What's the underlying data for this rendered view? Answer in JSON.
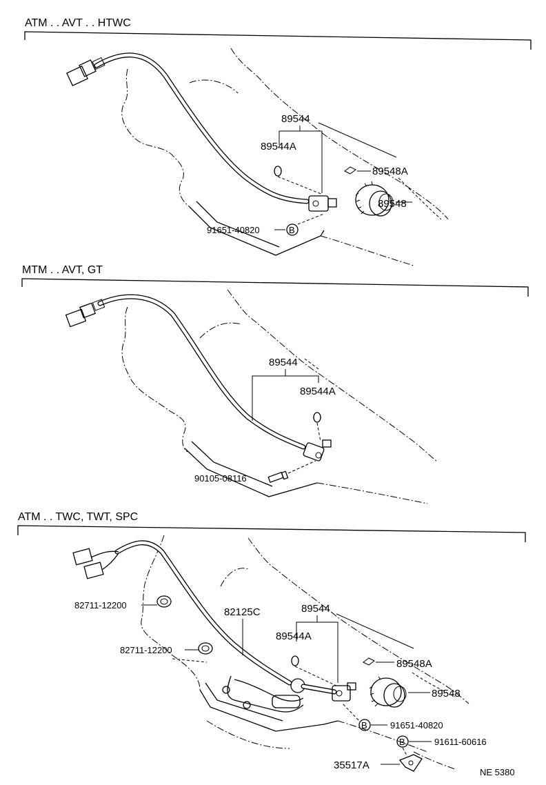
{
  "sections": [
    {
      "title": "ATM . . AVT . . HTWC",
      "labels": {
        "sensor": "89544",
        "oring": "89544A",
        "clip": "89548A",
        "gear": "89548",
        "bolt": "91651-40820",
        "bolt_marker": "B"
      }
    },
    {
      "title": "MTM . . AVT, GT",
      "labels": {
        "sensor": "89544",
        "oring": "89544A",
        "bolt": "90105-08116"
      }
    },
    {
      "title": "ATM . . TWC, TWT, SPC",
      "labels": {
        "clamp_upper": "82711-12200",
        "clamp_lower": "82711-12200",
        "wire": "82125C",
        "sensor": "89544",
        "oring": "89544A",
        "clip": "89548A",
        "gear": "89548",
        "bolt": "91651-40820",
        "bolt_marker": "B",
        "bolt2": "91611-60616",
        "bolt2_marker": "B",
        "bracket": "35517A"
      }
    }
  ],
  "footer_code": "NE  5380"
}
